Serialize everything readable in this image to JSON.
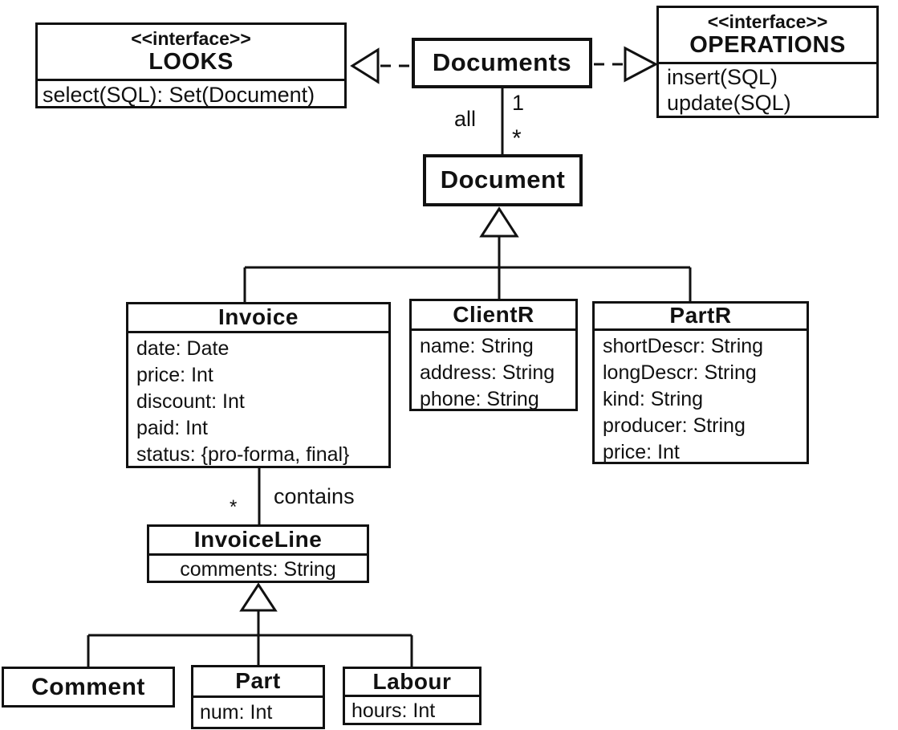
{
  "diagram_type": "uml-class-diagram",
  "colors": {
    "line": "#111111",
    "background": "#ffffff",
    "text": "#111111",
    "box_fill": "#ffffff"
  },
  "classes": [
    {
      "id": "looks",
      "stereotype": "<<interface>>",
      "name": "LOOKS",
      "operations": [
        "select(SQL): Set(Document)"
      ]
    },
    {
      "id": "documents",
      "name": "Documents"
    },
    {
      "id": "operations",
      "stereotype": "<<interface>>",
      "name": "OPERATIONS",
      "operations": [
        "insert(SQL)",
        "update(SQL)"
      ]
    },
    {
      "id": "document",
      "name": "Document"
    },
    {
      "id": "invoice",
      "name": "Invoice",
      "attributes": [
        "date: Date",
        "price: Int",
        "discount: Int",
        "paid: Int",
        "status: {pro-forma, final}"
      ]
    },
    {
      "id": "clientr",
      "name": "ClientR",
      "attributes": [
        "name: String",
        "address: String",
        "phone: String"
      ]
    },
    {
      "id": "partr",
      "name": "PartR",
      "attributes": [
        "shortDescr: String",
        "longDescr: String",
        "kind: String",
        "producer: String",
        "price: Int"
      ]
    },
    {
      "id": "invoiceline",
      "name": "InvoiceLine",
      "attributes": [
        "comments: String"
      ]
    },
    {
      "id": "comment",
      "name": "Comment"
    },
    {
      "id": "part",
      "name": "Part",
      "attributes": [
        "num: Int"
      ]
    },
    {
      "id": "labour",
      "name": "Labour",
      "attributes": [
        "hours: Int"
      ]
    }
  ],
  "edges": {
    "documents_document": {
      "role_label": "all",
      "mult_source": "1",
      "mult_target": "*"
    },
    "invoice_invoiceline": {
      "name": "contains",
      "mult_target": "*"
    }
  }
}
